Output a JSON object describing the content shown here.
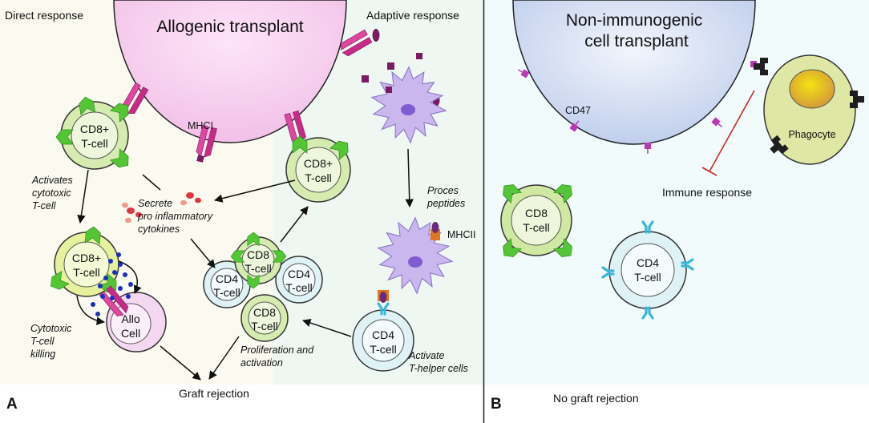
{
  "panel_a": {
    "letter": "A",
    "direct_response": "Direct response",
    "adaptive_response": "Adaptive response",
    "transplant_title": "Allogenic transplant",
    "mhci": "MHCI",
    "mhcii": "MHCII",
    "cd8_plus_line1": "CD8+",
    "tcell": "T-cell",
    "cd8": "CD8",
    "cd4": "CD4",
    "allo_line1": "Allo",
    "allo_line2": "Cell",
    "activates": [
      "Activates",
      "cytotoxic",
      "T-cell"
    ],
    "secrete": [
      "Secrete",
      "pro inflammatory",
      "cytokines"
    ],
    "proces": [
      "Proces",
      "peptides"
    ],
    "cytotoxic_killing": [
      "Cytotoxic",
      "T-cell",
      "killing"
    ],
    "proliferation": [
      "Proliferation and",
      "activation"
    ],
    "activate_helper": [
      "Activate",
      "T-helper cells"
    ],
    "graft_rejection": "Graft rejection"
  },
  "panel_b": {
    "letter": "B",
    "transplant_title": [
      "Non-immunogenic",
      "cell transplant"
    ],
    "cd47": "CD47",
    "phagocyte": "Phagocyte",
    "immune_response": "Immune response",
    "cd8": "CD8",
    "cd4": "CD4",
    "tcell": "T-cell",
    "no_graft_rejection": "No graft rejection"
  },
  "colors": {
    "bg_left": "#fbfaf1",
    "bg_adaptive": "#eef7f1",
    "bg_right": "#f1fbfc",
    "allo_cell": "#f4c8ec",
    "non_immuno_cell": "#c9d7f0",
    "cd8_cell": "#cfe8a2",
    "cd4_cell": "#d8f2f6",
    "dendritic": "#c7b5ee",
    "mhc_pink": "#d93a9d",
    "receptor_green": "#4fc332",
    "cd47_purple": "#b038b6",
    "inhibit_red": "#d12525"
  }
}
